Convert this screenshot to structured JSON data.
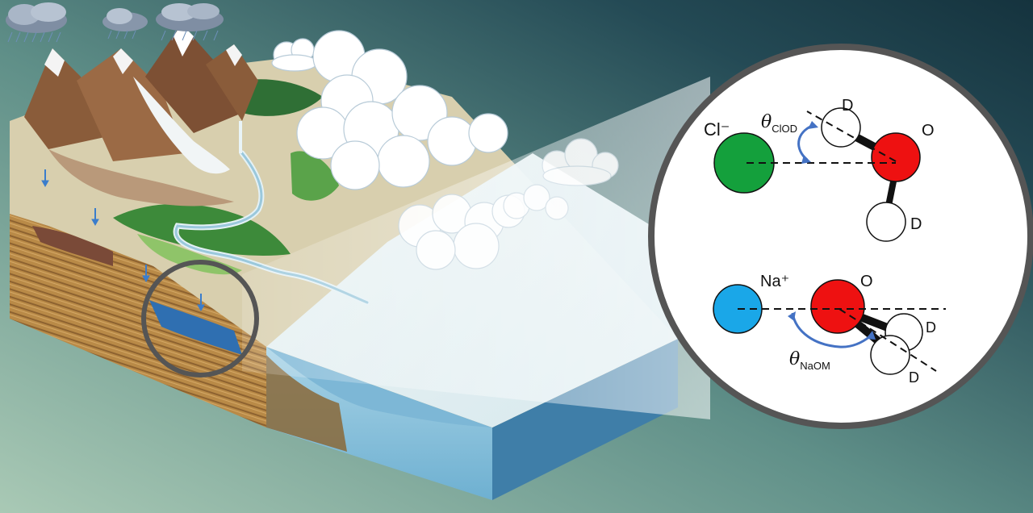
{
  "background": {
    "gradient": [
      "#a9c9b5",
      "#5f8f88",
      "#244a55",
      "#15333e"
    ]
  },
  "colors": {
    "chloride": "#14a03c",
    "sodium": "#1aa7e8",
    "oxygen": "#ee1111",
    "deuterium": "#ffffff",
    "angle_arrow": "#4472c4",
    "inset_ring": "#555555",
    "ocean": "#8ec3dd",
    "sediment": "#b98a47",
    "gravel": "#bdb7a8",
    "infiltration_arrow": "#3a7dcc"
  },
  "inset": {
    "top_panel": {
      "ion_label": "Cl⁻",
      "oxygen_label": "O",
      "deuterium_label_1": "D",
      "deuterium_label_2": "D",
      "angle_symbol": "θ",
      "angle_subscript": "ClOD"
    },
    "bottom_panel": {
      "ion_label": "Na⁺",
      "oxygen_label": "O",
      "deuterium_label_1": "D",
      "deuterium_label_2": "D",
      "angle_symbol": "θ",
      "angle_subscript": "NaOM"
    }
  },
  "landscape": {
    "icons": [
      "rain-cloud",
      "mountain",
      "glacier",
      "forest",
      "river",
      "cloud",
      "ocean",
      "groundwater-arrow"
    ]
  }
}
